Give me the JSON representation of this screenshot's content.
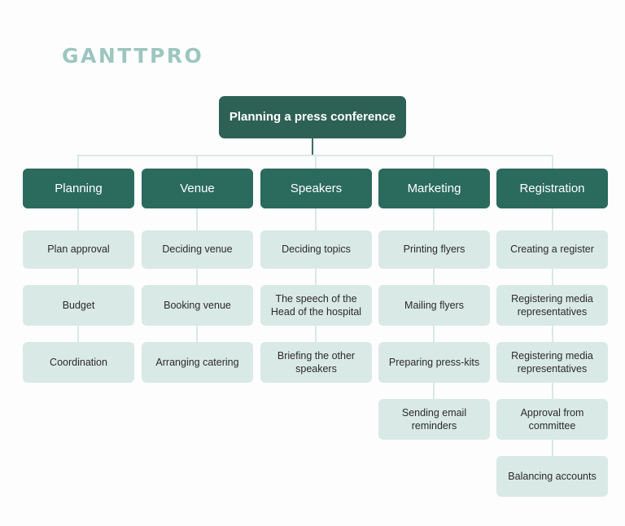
{
  "brand": {
    "logo_text": "GANTTPRO"
  },
  "colors": {
    "background": "#fdfdfd",
    "root_fill": "#2e6155",
    "category_fill": "#2b6b5e",
    "task_fill": "#d9e9e5",
    "connector": "#d8e9e5",
    "logo": "#9cc6bf",
    "root_text": "#ffffff",
    "task_text": "#2b2b2b"
  },
  "chart_data": {
    "type": "diagram",
    "diagram_type": "work-breakdown-structure",
    "title": "Planning a press conference",
    "root": {
      "label": "Planning a press conference"
    },
    "branches": [
      {
        "label": "Planning",
        "tasks": [
          "Plan approval",
          "Budget",
          "Coordination"
        ]
      },
      {
        "label": "Venue",
        "tasks": [
          "Deciding venue",
          "Booking venue",
          "Arranging catering"
        ]
      },
      {
        "label": "Speakers",
        "tasks": [
          "Deciding topics",
          "The speech of the Head of the hospital",
          "Briefing the other speakers"
        ]
      },
      {
        "label": "Marketing",
        "tasks": [
          "Printing flyers",
          "Mailing flyers",
          "Preparing press-kits",
          "Sending email reminders"
        ]
      },
      {
        "label": "Registration",
        "tasks": [
          "Creating a register",
          "Registering media representatives",
          "Registering media representatives",
          "Approval from committee",
          "Balancing accounts"
        ]
      }
    ]
  }
}
